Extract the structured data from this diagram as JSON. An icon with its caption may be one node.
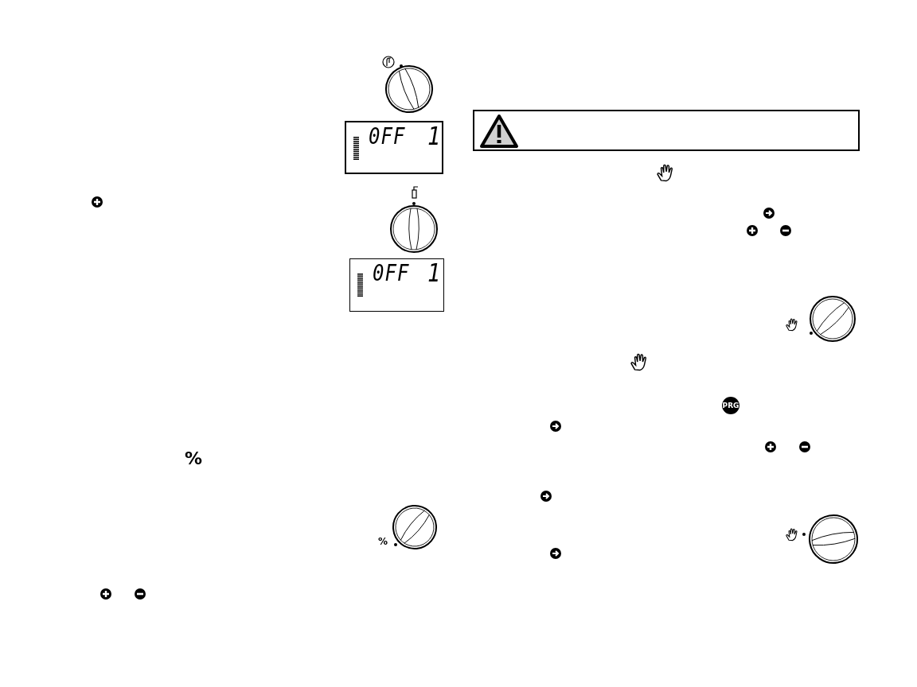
{
  "diagram": {
    "labels": [
      "0FF",
      "1",
      "0FF",
      "1",
      "%",
      "%",
      "PRG"
    ]
  }
}
